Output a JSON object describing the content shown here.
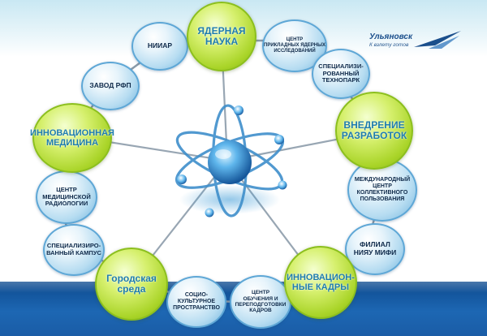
{
  "hubs": {
    "nuclear_science": "ЯДЕРНАЯ\nНАУКА",
    "implementation": "ВНЕДРЕНИЕ\nРАЗРАБОТОК",
    "innovation_medicine": "ИННОВАЦИОННАЯ\nМЕДИЦИНА",
    "city_environment": "Городская\nсреда",
    "innovation_personnel": "ИННОВАЦИОН-\nНЫЕ КАДРЫ"
  },
  "satellites": {
    "niiar": "НИИАР",
    "applied_nuclear_center": "ЦЕНТР\nПРИКЛАДНЫХ ЯДЕРНЫХ\nИССЛЕДОВАНИЙ",
    "tech_park": "СПЕЦИАЛИЗИ-\nРОВАННЫЙ\nТЕХНОПАРК",
    "rfp_plant": "ЗАВОД РФП",
    "collective_use_center": "МЕЖДУНАРОДНЫЙ\nЦЕНТР\nКОЛЛЕКТИВНОГО\nПОЛЬЗОВАНИЯ",
    "radiology_center": "ЦЕНТР\nМЕДИЦИНСКОЙ\nРАДИОЛОГИИ",
    "mephi_branch": "ФИЛИАЛ\nНИЯУ МИФИ",
    "campus": "СПЕЦИАЛИЗИРО-\nВАННЫЙ КАМПУС",
    "sociocultural_space": "СОЦИО-\nКУЛЬТУРНОЕ\nПРОСТРАНСТВО",
    "training_center": "ЦЕНТР\nОБУЧЕНИЯ И\nПЕРЕПОДГОТОВКИ\nКАДРОВ"
  },
  "logo": {
    "title": "Ульяновск",
    "subtitle": "К взлету готов"
  },
  "colors": {
    "hub_fill": "#a9d428",
    "hub_text": "#1f7dae",
    "satellite_border": "#5ea7d6",
    "ring": "#8a9aa8",
    "band": "#1d67b3"
  }
}
